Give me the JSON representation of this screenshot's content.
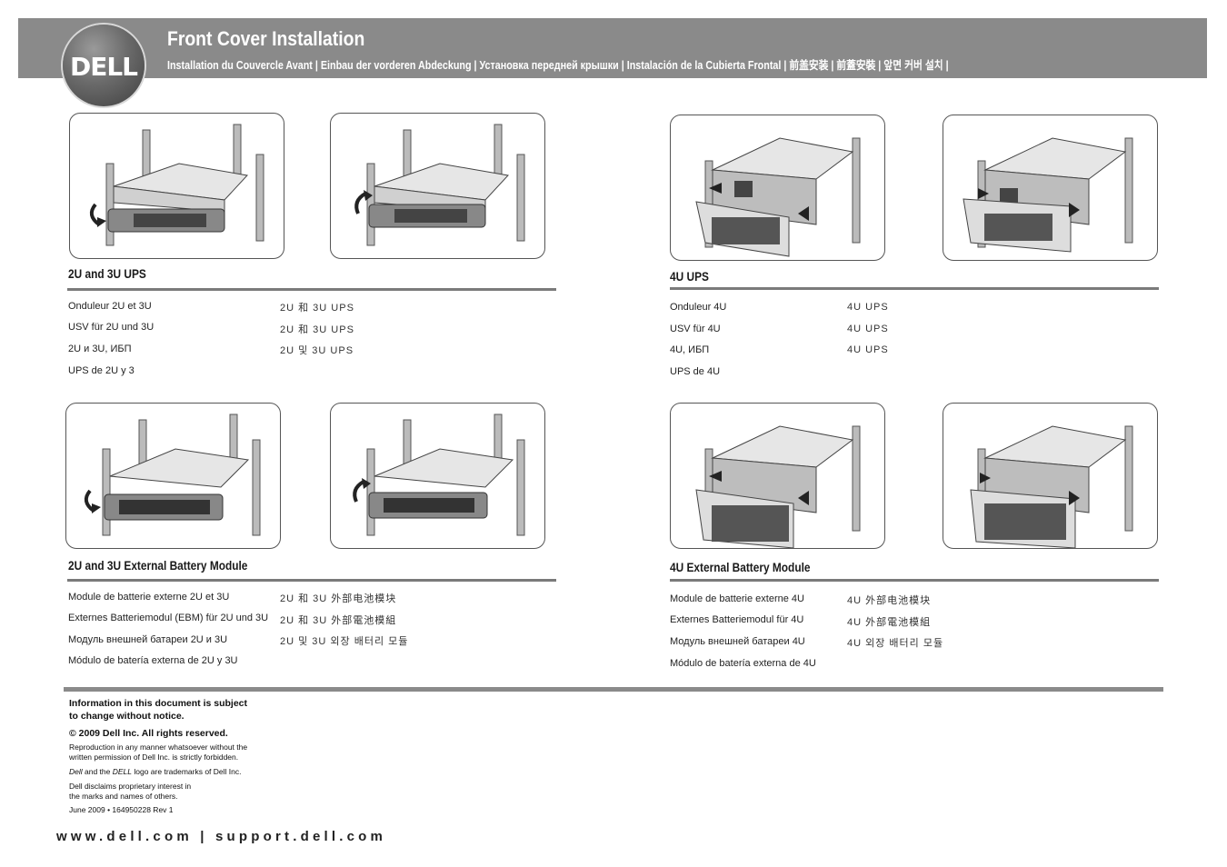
{
  "header": {
    "title": "Front Cover Installation",
    "subtitle": "Installation du Couvercle Avant | Einbau der vorderen Abdeckung | Установка передней крышки | Instalación de la Cubierta Frontal | 前盖安装 | 前蓋安裝 | 앞면 커버 설치 |",
    "logo": "DELL"
  },
  "sections": {
    "ups_2u3u": {
      "title": "2U and 3U UPS",
      "left": [
        "Onduleur 2U et 3U",
        "USV für 2U und 3U",
        "2U и 3U, ИБП",
        "UPS de 2U y 3"
      ],
      "right": [
        "2U 和 3U UPS",
        "2U 和 3U UPS",
        "2U 및 3U UPS"
      ]
    },
    "ups_4u": {
      "title": "4U UPS",
      "left": [
        "Onduleur 4U",
        "USV für 4U",
        "4U, ИБП",
        "UPS de 4U"
      ],
      "right": [
        "4U UPS",
        "4U UPS",
        "4U UPS"
      ]
    },
    "ebm_2u3u": {
      "title": "2U and 3U External Battery Module",
      "left": [
        "Module de batterie externe 2U et 3U",
        "Externes Batteriemodul (EBM) für 2U und 3U",
        "Модуль внешней батареи 2U и 3U",
        "Módulo de batería externa de 2U y 3U"
      ],
      "right": [
        "2U 和 3U 外部电池模块",
        "2U 和 3U 外部電池模組",
        "2U 및 3U 외장 배터리 모듈"
      ]
    },
    "ebm_4u": {
      "title": "4U External Battery Module",
      "left": [
        "Module de batterie externe 4U",
        "Externes Batteriemodul für 4U",
        "Модуль внешней батареи 4U",
        "Módulo de batería externa de 4U"
      ],
      "right": [
        "4U 外部电池模块",
        "4U 外部電池模組",
        "4U 외장 배터리 모듈"
      ]
    }
  },
  "footer": {
    "notice_line1": "Information in this document is subject",
    "notice_line2": "to change without notice.",
    "copyright": "© 2009 Dell Inc. All rights reserved.",
    "reproduction_line1": "Reproduction in any manner whatsoever without the",
    "reproduction_line2": "written permission of Dell Inc. is strictly forbidden.",
    "trademark_dell": "Dell",
    "trademark_mid": " and the ",
    "trademark_dell2": "DELL",
    "trademark_end": " logo are trademarks of Dell Inc.",
    "disclaim_line1": "Dell disclaims proprietary interest in",
    "disclaim_line2": "the marks and names of others.",
    "date_part": "June 2009 • 164950228 Rev 1",
    "url": "www.dell.com | support.dell.com"
  },
  "colors": {
    "header_band": "#8a8a8a",
    "rule": "#7a7a7a",
    "text": "#1a1a1a"
  }
}
